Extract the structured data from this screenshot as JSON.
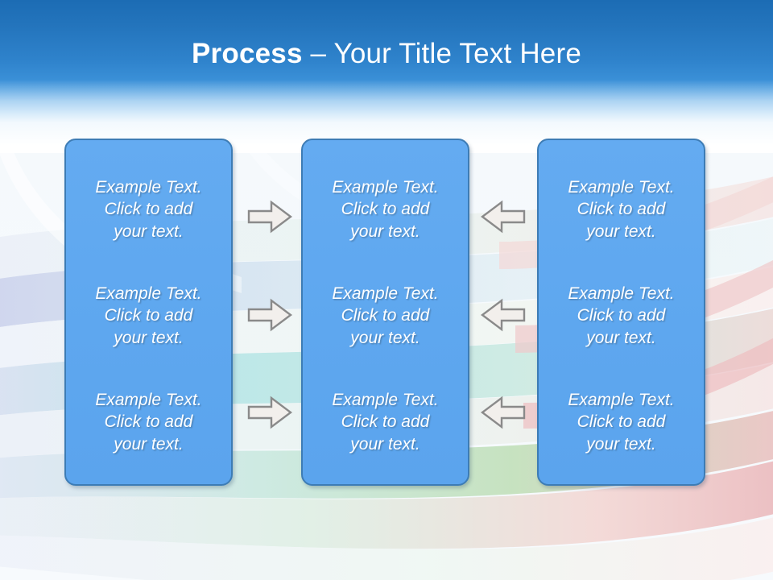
{
  "slide": {
    "title_strong": "Process",
    "title_light": " – Your Title Text Here",
    "colors": {
      "banner_top": "#1c6cb4",
      "banner_bottom": "#7cc3f5",
      "box_fill": "#5ea7ef",
      "box_border": "#3d7cb5",
      "text": "#ffffff",
      "arrow_fill": "#f2efec",
      "arrow_stroke": "#8a8a8a",
      "swoosh_lavender": "#c6cbe8",
      "swoosh_cyan": "#bfe6e6",
      "swoosh_green": "#c9e2c2",
      "swoosh_pink": "#f0c3c5"
    }
  },
  "columns": [
    {
      "name": "column-1",
      "cells": [
        {
          "text": "Example Text.\nClick  to add\nyour text."
        },
        {
          "text": "Example Text.\nClick  to add\nyour text."
        },
        {
          "text": "Example Text.\nClick  to add\nyour text."
        }
      ]
    },
    {
      "name": "column-2",
      "cells": [
        {
          "text": "Example Text.\nClick  to add\nyour text."
        },
        {
          "text": "Example Text.\nClick  to add\nyour text."
        },
        {
          "text": "Example Text.\nClick  to add\nyour text."
        }
      ]
    },
    {
      "name": "column-3",
      "cells": [
        {
          "text": "Example Text.\nClick  to add\nyour text."
        },
        {
          "text": "Example Text.\nClick  to add\nyour text."
        },
        {
          "text": "Example Text.\nClick  to add\nyour text."
        }
      ]
    }
  ],
  "connectors": [
    {
      "name": "arrow-right-row-1",
      "direction": "right",
      "icon": "arrow-right-icon"
    },
    {
      "name": "arrow-right-row-2",
      "direction": "right",
      "icon": "arrow-right-icon"
    },
    {
      "name": "arrow-right-row-3",
      "direction": "right",
      "icon": "arrow-right-icon"
    },
    {
      "name": "arrow-left-row-1",
      "direction": "left",
      "icon": "arrow-left-icon"
    },
    {
      "name": "arrow-left-row-2",
      "direction": "left",
      "icon": "arrow-left-icon"
    },
    {
      "name": "arrow-left-row-3",
      "direction": "left",
      "icon": "arrow-left-icon"
    }
  ]
}
